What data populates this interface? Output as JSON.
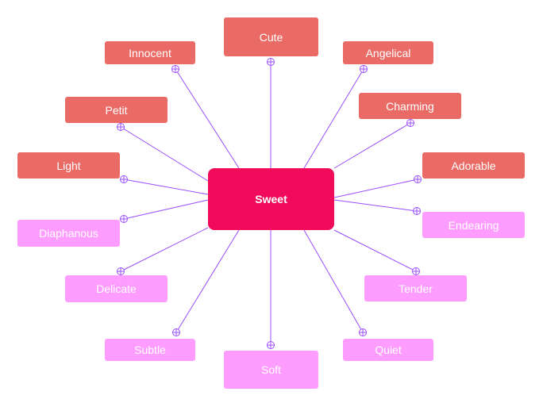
{
  "diagram": {
    "center": {
      "label": "Sweet",
      "color": "#F00C5B"
    },
    "nodes": [
      {
        "id": "cute",
        "label": "Cute",
        "group": "strong"
      },
      {
        "id": "innocent",
        "label": "Innocent",
        "group": "strong"
      },
      {
        "id": "angelical",
        "label": "Angelical",
        "group": "strong"
      },
      {
        "id": "petit",
        "label": "Petit",
        "group": "strong"
      },
      {
        "id": "charming",
        "label": "Charming",
        "group": "strong"
      },
      {
        "id": "light",
        "label": "Light",
        "group": "strong"
      },
      {
        "id": "adorable",
        "label": "Adorable",
        "group": "strong"
      },
      {
        "id": "diaphanous",
        "label": "Diaphanous",
        "group": "soft"
      },
      {
        "id": "endearing",
        "label": "Endearing",
        "group": "soft"
      },
      {
        "id": "delicate",
        "label": "Delicate",
        "group": "soft"
      },
      {
        "id": "tender",
        "label": "Tender",
        "group": "soft"
      },
      {
        "id": "subtle",
        "label": "Subtle",
        "group": "soft"
      },
      {
        "id": "quiet",
        "label": "Quiet",
        "group": "soft"
      },
      {
        "id": "soft",
        "label": "Soft",
        "group": "soft"
      }
    ],
    "colors": {
      "strong": "#EA6B66",
      "soft": "#FF9CFF",
      "connector": "#9A4DFF"
    }
  }
}
